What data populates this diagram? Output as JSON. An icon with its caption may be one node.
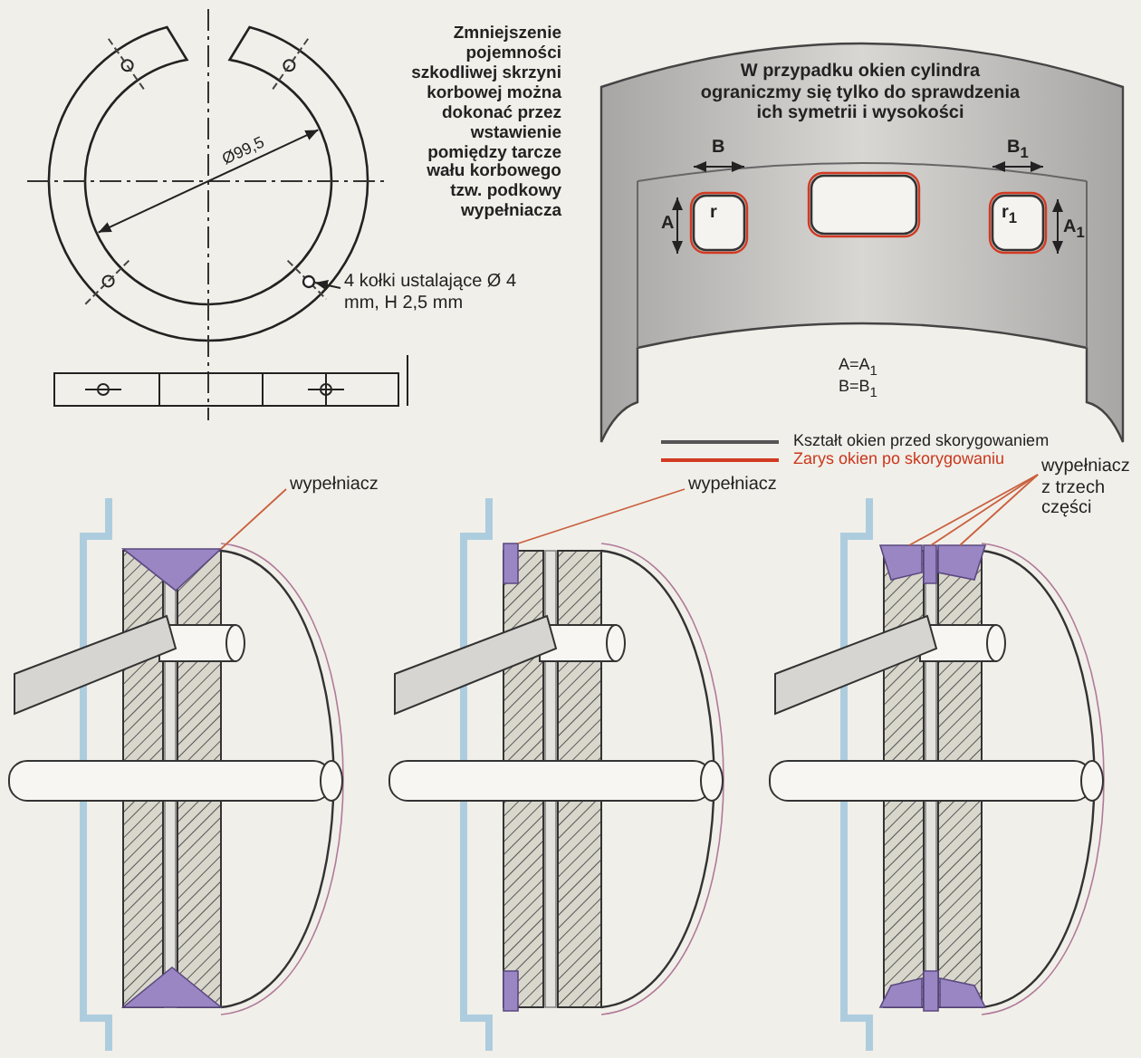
{
  "diagram": {
    "nodes": [
      {
        "text": [
          "4 kołki ustalające Ø 4 mm, H 2,5 mm"
        ]
      },
      {
        "text": [],
        "shape": "circle"
      },
      {
        "text": [
          "wypełniacz"
        ]
      },
      {
        "text": [],
        "shape": "box"
      },
      {
        "text": [
          "wypełniacz"
        ]
      },
      {
        "text": [],
        "shape": "bar"
      },
      {
        "text": [
          "wypełniacz z trzech części"
        ]
      },
      {
        "text": [],
        "shape": "box"
      },
      {
        "text": [],
        "shape": "box"
      },
      {
        "text": [],
        "shape": "box"
      }
    ],
    "edges": [
      {
        "from": 0,
        "to": 1,
        "arrow": "to",
        "color": "#222222"
      },
      {
        "from": 2,
        "to": 3,
        "arrow": "none"
      },
      {
        "from": 4,
        "to": 5,
        "arrow": "none"
      },
      {
        "from": 6,
        "to": 7,
        "arrow": "none"
      },
      {
        "from": 6,
        "to": 8,
        "arrow": "none"
      },
      {
        "from": 6,
        "to": 9,
        "arrow": "none"
      }
    ],
    "labels": [
      "Zmniejszenie pojemności szkodliwej skrzyni korbowej można dokonać przez wstawienie pomiędzy tarcze wału korbowego tzw. podkowy wypełniacza",
      "Ø99,5",
      "W przypadku okien cylindra ograniczmy się tylko do sprawdzenia ich symetrii i wysokości",
      "B",
      "r",
      "A",
      "B$_{1}$",
      "r$_{1}$",
      "A$_{1}$",
      "A=A$_{1}$",
      "B=B$_{1}$"
    ],
    "legend": [
      {
        "text": "Kształt okien przed skorygowaniem"
      },
      {
        "text": "Zarys okien po skorygowaniu"
      }
    ]
  }
}
